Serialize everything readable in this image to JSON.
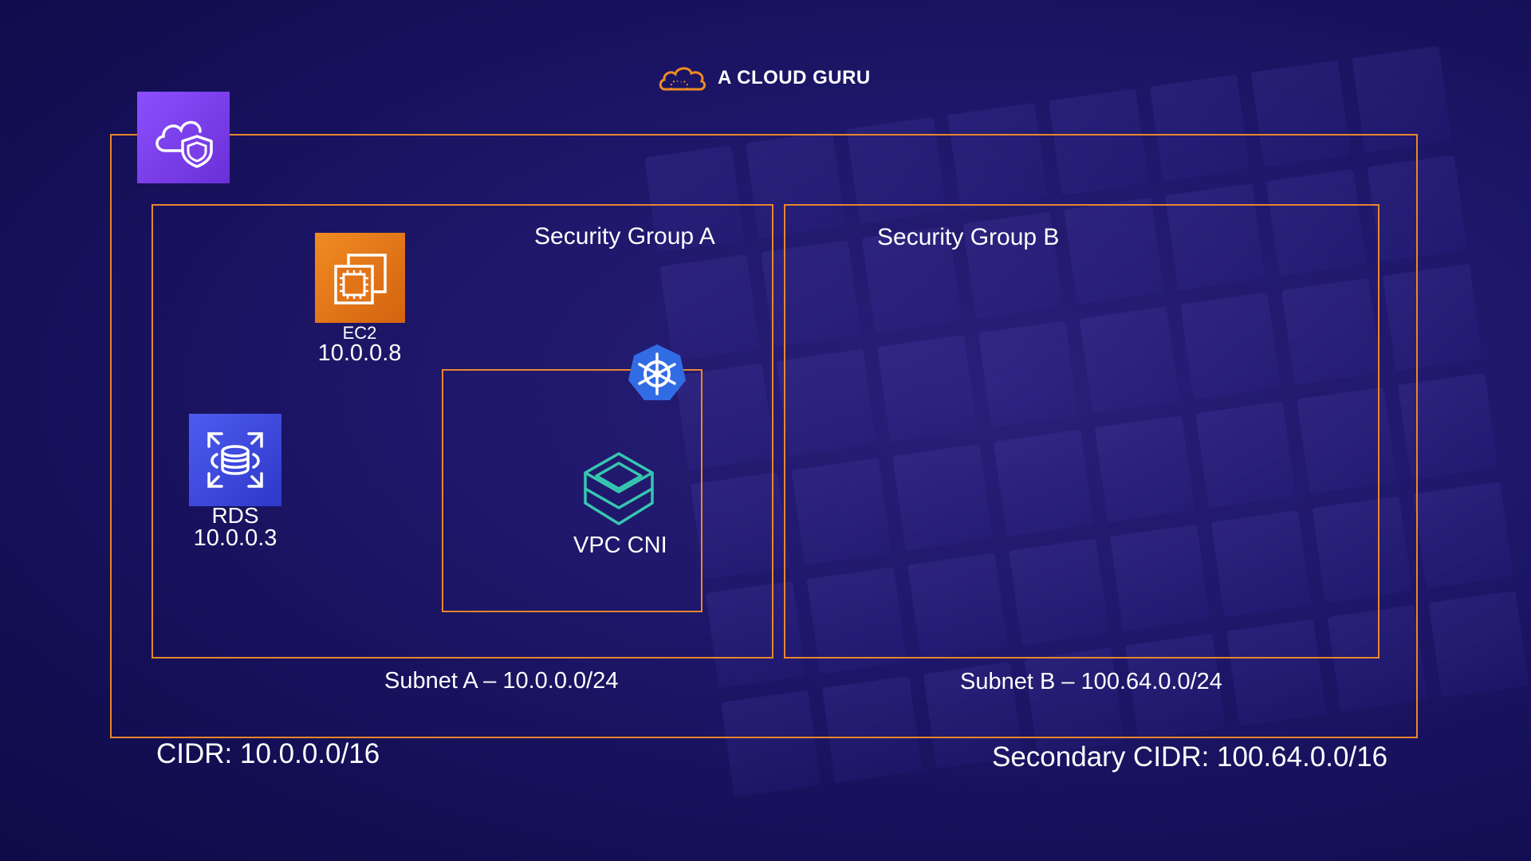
{
  "brand": {
    "name": "A CLOUD GURU",
    "logo_icon": "cloud-logo-icon"
  },
  "vpc": {
    "icon": "vpc-cloud-shield-icon",
    "cidr_label": "CIDR: 10.0.0.0/16",
    "secondary_cidr_label": "Secondary CIDR: 100.64.0.0/16"
  },
  "subnets": {
    "a_label": "Subnet A – 10.0.0.0/24",
    "b_label": "Subnet B – 100.64.0.0/24"
  },
  "security_groups": {
    "a_title": "Security Group A",
    "b_title": "Security Group B"
  },
  "resources": {
    "ec2": {
      "name": "EC2",
      "ip": "10.0.0.8",
      "icon": "ec2-chip-icon"
    },
    "rds": {
      "name": "RDS",
      "ip": "10.0.0.3",
      "icon": "rds-database-icon"
    }
  },
  "cni": {
    "label": "VPC CNI",
    "icon": "vpc-cni-icon",
    "badge_icon": "kubernetes-helm-icon"
  },
  "colors": {
    "border_orange": "#e8862f",
    "vpc_purple": "#8c4fff",
    "ec2_orange": "#f08b22",
    "rds_blue": "#4d5cf0",
    "k8s_blue": "#326ce5",
    "cni_teal": "#37c6b0"
  }
}
